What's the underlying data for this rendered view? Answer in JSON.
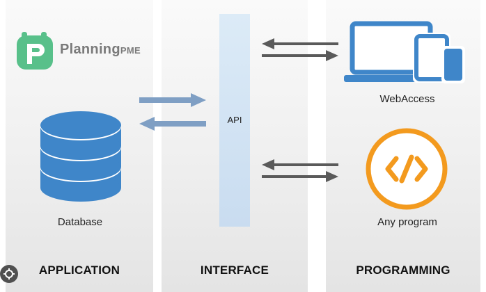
{
  "logo": {
    "brand_main": "Planning",
    "brand_suffix": "PME"
  },
  "columns": {
    "application": "APPLICATION",
    "interface": "INTERFACE",
    "programming": "PROGRAMMING"
  },
  "nodes": {
    "database": "Database",
    "api": "API",
    "webaccess": "WebAccess",
    "any_program": "Any program"
  },
  "colors": {
    "brand_green": "#58c08a",
    "icon_blue": "#3f86c9",
    "arrow_blue": "#7f9fc4",
    "arrow_gray": "#5a5a5a",
    "program_orange": "#f39a1e",
    "api_bar": "#cfe1f2"
  }
}
